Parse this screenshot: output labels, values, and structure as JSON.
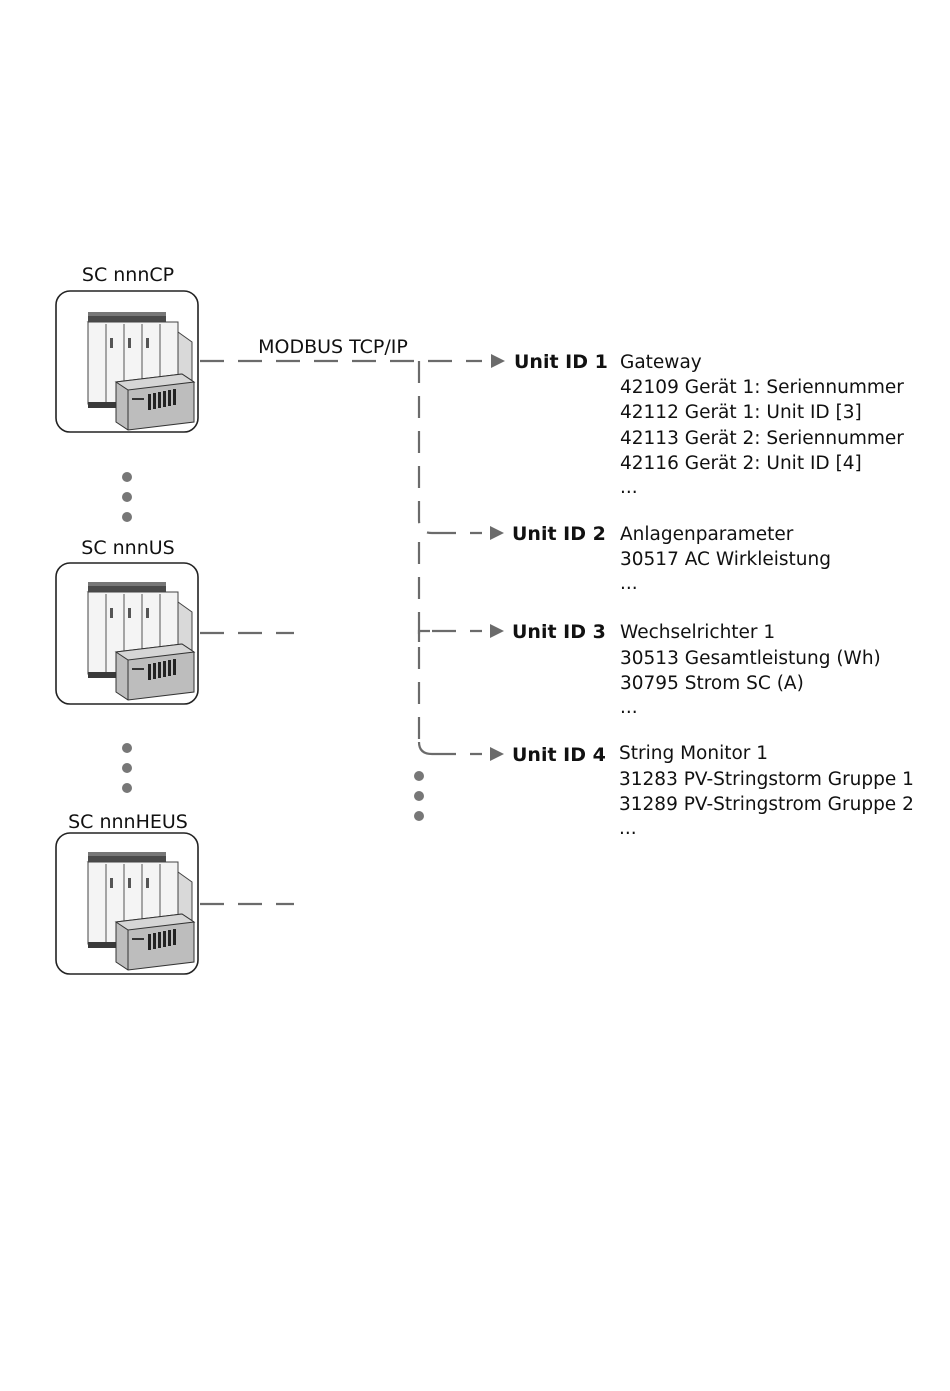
{
  "bus_label": "MODBUS TCP/IP",
  "devices": [
    {
      "label": "SC nnnCP"
    },
    {
      "label": "SC nnnUS"
    },
    {
      "label": "SC nnnHEUS"
    }
  ],
  "units": [
    {
      "id_label": "Unit ID 1",
      "lines": [
        "Gateway",
        "42109 Gerät 1: Seriennummer",
        "42112 Gerät 1: Unit ID [3]",
        "42113 Gerät 2: Seriennummer",
        "42116 Gerät 2: Unit ID [4]",
        "..."
      ]
    },
    {
      "id_label": "Unit ID 2",
      "lines": [
        "Anlagenparameter",
        "30517 AC Wirkleistung",
        "..."
      ]
    },
    {
      "id_label": "Unit ID 3",
      "lines": [
        "Wechselrichter 1",
        "30513 Gesamtleistung (Wh)",
        "30795 Strom SC (A)",
        "..."
      ]
    },
    {
      "id_label": "Unit ID 4",
      "lines": [
        "String Monitor 1",
        "31283 PV-Stringstorm Gruppe 1",
        "31289 PV-Stringstrom Gruppe 2",
        "..."
      ]
    }
  ]
}
